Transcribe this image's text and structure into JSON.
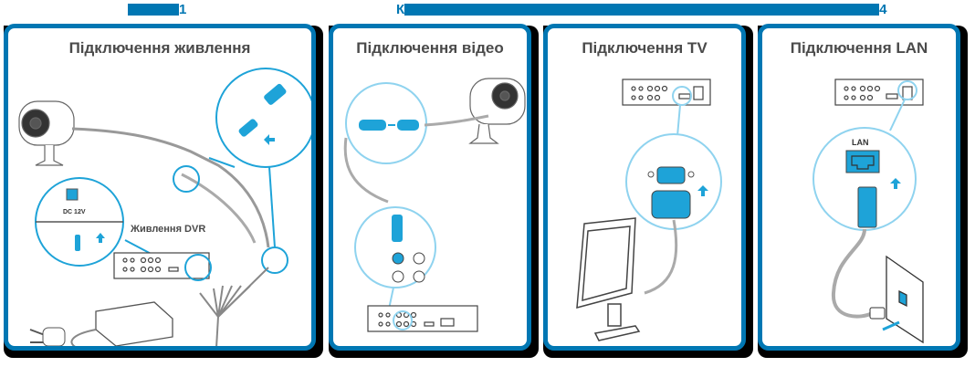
{
  "header": {
    "step_left": {
      "visible_text": "1",
      "note": "text mostly covered by blue bar"
    },
    "step_right": {
      "visible_start": "К",
      "visible_end": "4",
      "note": "text mostly covered by blue bar"
    }
  },
  "colors": {
    "brand_blue": "#0077b3",
    "highlight_blue": "#1ea3d8",
    "circle_blue": "#5ec3e8",
    "title_gray": "#4a4a4a",
    "shadow": "#000000"
  },
  "panels": [
    {
      "id": "power",
      "title": "Підключення живлення",
      "labels": {
        "dvr_power": "Живлення DVR",
        "dc": "DC 12V"
      },
      "items": [
        "camera",
        "power-connector-zoom",
        "dc-jack-zoom",
        "dvr-recorder",
        "splitter-cable",
        "power-adapter",
        "plug"
      ]
    },
    {
      "id": "video",
      "title": "Підключення відео",
      "items": [
        "camera",
        "bnc-connector-zoom",
        "bnc-ports-zoom",
        "dvr-recorder"
      ]
    },
    {
      "id": "tv",
      "title": "Підключення TV",
      "items": [
        "dvr-recorder",
        "vga-connector-zoom",
        "monitor"
      ]
    },
    {
      "id": "lan",
      "title": "Підключення LAN",
      "labels": {
        "lan": "LAN"
      },
      "items": [
        "dvr-recorder",
        "lan-port-zoom",
        "rj45-plug",
        "wall-socket"
      ]
    }
  ]
}
